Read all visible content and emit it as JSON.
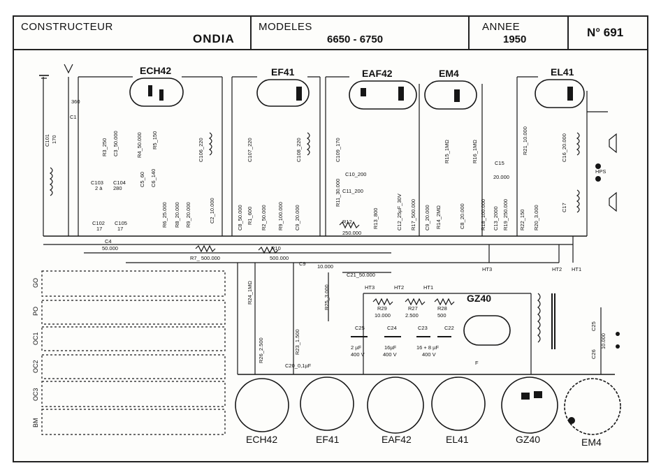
{
  "header": {
    "constructeur_label": "CONSTRUCTEUR",
    "constructeur_value": "ONDIA",
    "modeles_label": "MODELES",
    "modeles_value": "6650 - 6750",
    "annee_label": "ANNEE",
    "annee_value": "1950",
    "numero": "N° 691"
  },
  "tubes": {
    "ech42": "ECH42",
    "ef41": "EF41",
    "eaf42": "EAF42",
    "em4": "EM4",
    "el41": "EL41",
    "gz40": "GZ40"
  },
  "sockets": [
    "ECH42",
    "EF41",
    "EAF42",
    "EL41",
    "GZ40",
    "EM4"
  ],
  "bands": [
    "GO",
    "PO",
    "OC1",
    "OC2",
    "OC3",
    "BM"
  ],
  "components": {
    "c1": "C1",
    "c1v": "360",
    "c101": "C101",
    "c101v": "170",
    "r3": "R3_250",
    "c3": "C3_50.000",
    "r4": "R4_50.000",
    "r5": "R5_150",
    "c5": "C5_60",
    "c6": "C6_140",
    "c103": "C103",
    "c103v": "2 à",
    "c104": "C104",
    "c104v": "280",
    "c102": "C102",
    "c102v": "17",
    "c105": "C105",
    "c105v": "17",
    "c106": "C106_220",
    "c107": "C107_220",
    "c108": "C108_220",
    "c109": "C109_170",
    "c4": "C4",
    "c4v": "50.000",
    "r6": "R6_25.000",
    "r7": "R7_ 500.000",
    "r8": "R8_20.000",
    "r9": "R9_20.000",
    "c2": "C2_10.000",
    "c8": "C8_50.000",
    "r1": "R1_600",
    "r2": "R2_50.000",
    "r9b": "R9_100.000",
    "c9a": "C9_20.000",
    "r10": "R10",
    "r10v": "500.000",
    "c9": "C9",
    "c9v": "10.000",
    "c10": "C10_200",
    "c11": "C11_200",
    "r11": "R11_30.000",
    "r12": "R12",
    "r12v": "250.000",
    "r13": "R13_800",
    "c12": "C12_25µF_30V",
    "r17": "R17_500.000",
    "c9b": "C9_20.000",
    "r14": "R14_2MΩ",
    "c8b": "C8_20.000",
    "r15": "R15_1MΩ",
    "r16": "R16_1MΩ",
    "c15": "C15",
    "c15v": "20.000",
    "r18": "R18_100.000",
    "c13": "C13_2000",
    "r19": "R19_250.000",
    "r22": "R22_150",
    "r20": "R20_3.000",
    "r21": "R21_10.000",
    "c16": "C16_20.000",
    "c17": "C17",
    "hps": "HPS",
    "c21": "C21_50.000",
    "r24": "R24_1MΩ",
    "r25": "R25_3.000",
    "r23": "R23_1.500",
    "r26": "R26_2.500",
    "c20": "C20_0,1µF",
    "ht3a": "HT3",
    "ht2a": "HT2",
    "ht1a": "HT1",
    "ht3": "HT3",
    "ht2": "HT2",
    "ht1": "HT1",
    "r29": "R29",
    "r29v": "10.000",
    "r27": "R27",
    "r27v": "2.500",
    "r28": "R28",
    "r28v": "500",
    "c25": "C25",
    "c25v1": "2 µF",
    "c25v2": "400 V",
    "c24": "C24",
    "c24v1": "16µF",
    "c24v2": "400 V",
    "c23": "C23",
    "c22": "C22",
    "c23v1": "16 + 8 µF",
    "c23v2": "400 V",
    "f": "F",
    "c25b": "C25",
    "c26": "C26",
    "c25bv": "10.000"
  },
  "colors": {
    "ink": "#161616",
    "paper": "#fdfdfb"
  }
}
